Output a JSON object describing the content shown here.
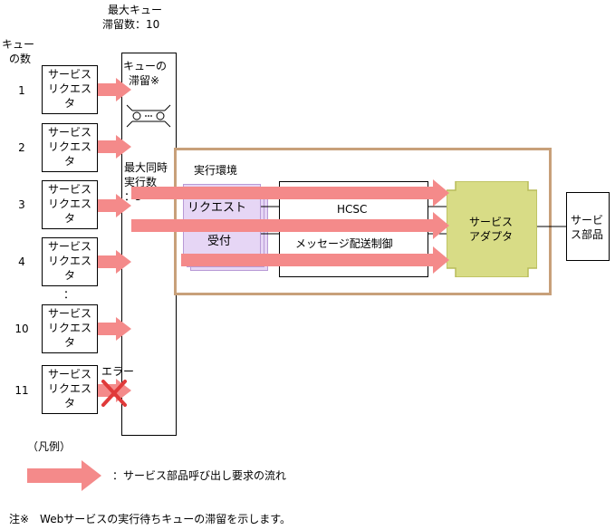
{
  "max_queue_label_line1": "最大キュー",
  "max_queue_label_line2": "滞留数：10",
  "queue_count_header_line1": "キュー",
  "queue_count_header_line2": "の数",
  "queue_retention_line1": "キューの",
  "queue_retention_line2": "滞留※",
  "max_concurrent_line1": "最大同時",
  "max_concurrent_line2": "実行数",
  "max_concurrent_line3": "：3",
  "execution_env_label": "実行環境",
  "request_accept_line1": "リクエスト",
  "request_accept_line2": "受付",
  "hcsc_label": "HCSC",
  "message_control_label": "メッセージ配送制御",
  "service_adapter_line1": "サービス",
  "service_adapter_line2": "アダプタ",
  "service_component_line1": "サービ",
  "service_component_line2": "ス部品",
  "error_label": "エラー",
  "ellipsis_mark": "：",
  "requesters": [
    {
      "num": "1",
      "l1": "サービス",
      "l2": "リクエス",
      "l3": "タ"
    },
    {
      "num": "2",
      "l1": "サービス",
      "l2": "リクエス",
      "l3": "タ"
    },
    {
      "num": "3",
      "l1": "サービス",
      "l2": "リクエス",
      "l3": "タ"
    },
    {
      "num": "4",
      "l1": "サービス",
      "l2": "リクエス",
      "l3": "タ"
    },
    {
      "num": "10",
      "l1": "サービス",
      "l2": "リクエス",
      "l3": "タ"
    },
    {
      "num": "11",
      "l1": "サービス",
      "l2": "リクエス",
      "l3": "タ"
    }
  ],
  "legend_header": "（凡例）",
  "legend_text": "：サービス部品呼び出し要求の流れ",
  "footnote": "注※　Webサービスの実行待ちキューの滞留を示します。",
  "colors": {
    "arrow": "#f48a8a",
    "execution_env_border": "#c8a07a",
    "request_accept_fill": "#e6d6f5",
    "request_accept_border": "#b89ad6",
    "service_adapter_fill": "#d8dc86",
    "service_adapter_border": "#b8bc5a",
    "error_mark": "#e03a3a"
  }
}
